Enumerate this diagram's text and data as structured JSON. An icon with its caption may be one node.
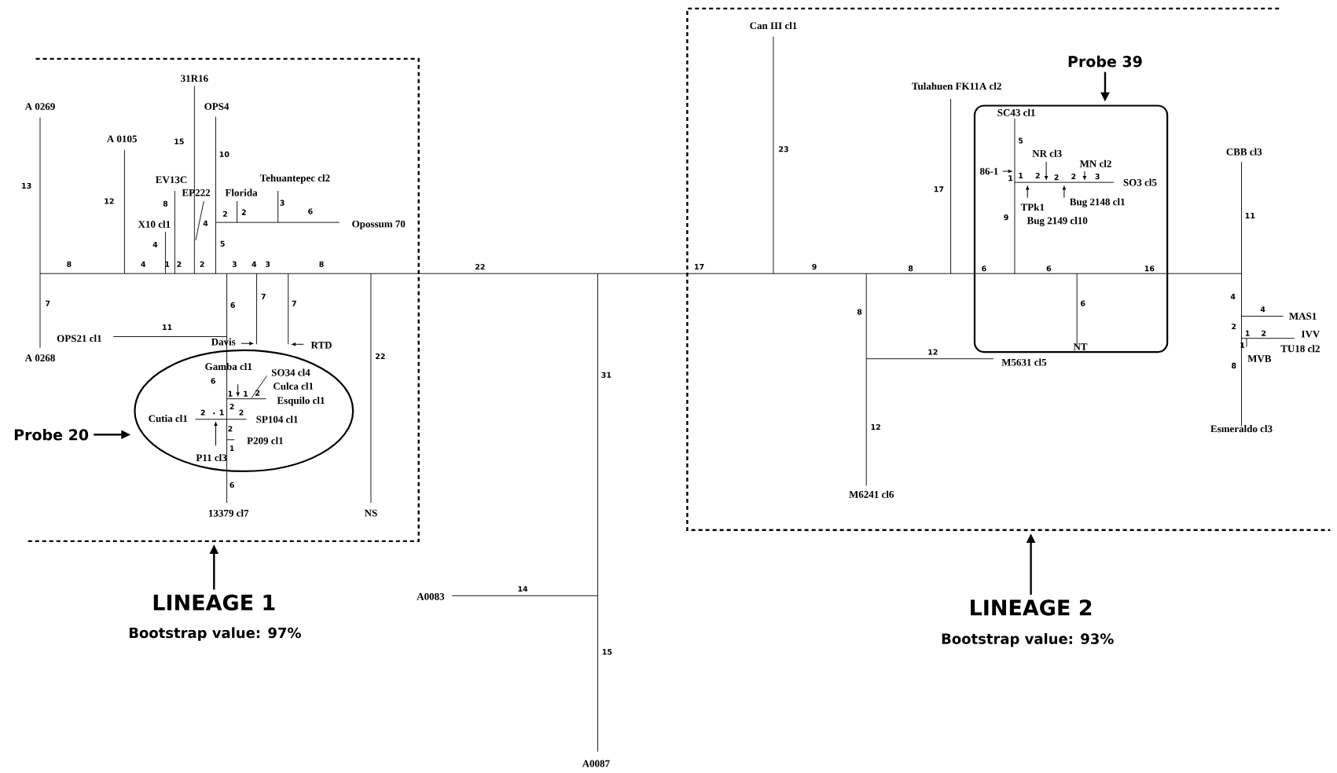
{
  "diagram": {
    "nodes": [
      {
        "text": [],
        "shape": "box"
      },
      {
        "text": [],
        "shape": "ellipse",
        "in": 0
      },
      {
        "text": [
          "Probe 20"
        ]
      },
      {
        "text": [
          "LINEAGE 1"
        ],
        "beside": [
          "Bootstrap value: 97%"
        ]
      },
      {
        "text": [],
        "shape": "box"
      },
      {
        "text": [],
        "shape": "box",
        "in": 4
      },
      {
        "text": [
          "Probe 39"
        ],
        "in": 4
      },
      {
        "text": [
          "LINEAGE 2"
        ],
        "beside": [
          "Bootstrap value: 93%"
        ]
      }
    ],
    "edges": [
      {
        "from": 2,
        "to": 1,
        "arrow": "to"
      },
      {
        "from": 3,
        "to": 0,
        "arrow": "to"
      },
      {
        "from": 6,
        "to": 5,
        "arrow": "to"
      },
      {
        "from": 7,
        "to": 4,
        "arrow": "to"
      }
    ],
    "labels": [
      "Can III cl1",
      "31R16",
      "Tulahuen FK11A cl2",
      "A 0269",
      "OPS4",
      "SC43 cl1",
      "A 0105",
      "15",
      "10",
      "23",
      "5",
      "NR cl3",
      "CBB cl3",
      "EV13C",
      "Tehuantepec cl2",
      "86-1",
      "1",
      "1",
      "2",
      "2",
      "2",
      "MN cl2",
      "3",
      "SO3 cl5",
      "13",
      "EP222",
      "Florida",
      "17",
      "12",
      "8",
      "3",
      "TPk1",
      "Bug 2148 cl1",
      "X10 cl1",
      "4",
      "2",
      "2",
      "6",
      "Opossum 70",
      "9",
      "Bug 2149 cl10",
      "11",
      "4",
      "5",
      "8",
      "4",
      "1",
      "2",
      "2",
      "3",
      "4",
      "3",
      "8",
      "22",
      "17",
      "9",
      "8",
      "6",
      "6",
      "16",
      "7",
      "6",
      "7",
      "7",
      "8",
      "6",
      "4",
      "4",
      "MAS1",
      "OPS21 cl1",
      "11",
      "2",
      "1",
      "2",
      "IVV",
      "Davis",
      "RTD",
      "NT",
      "1",
      "TU18 cl2",
      "A 0268",
      "Gamba cl1",
      "22",
      "12",
      "M5631 cl5",
      "8",
      "MVB",
      "SO34 cl4",
      "31",
      "6",
      "Culca cl1",
      "1",
      "1",
      "2",
      "Esquilo cl1",
      "Cutia cl1",
      "2",
      "1",
      "2",
      "2",
      "SP104 cl1",
      "2",
      "12",
      "Esmeraldo cl3",
      "P11 cl3",
      "1",
      "P209 cl1",
      "6",
      "M6241 cl6",
      "13379 cl7",
      "NS",
      "A0083",
      "14",
      "15",
      "A0087"
    ]
  }
}
